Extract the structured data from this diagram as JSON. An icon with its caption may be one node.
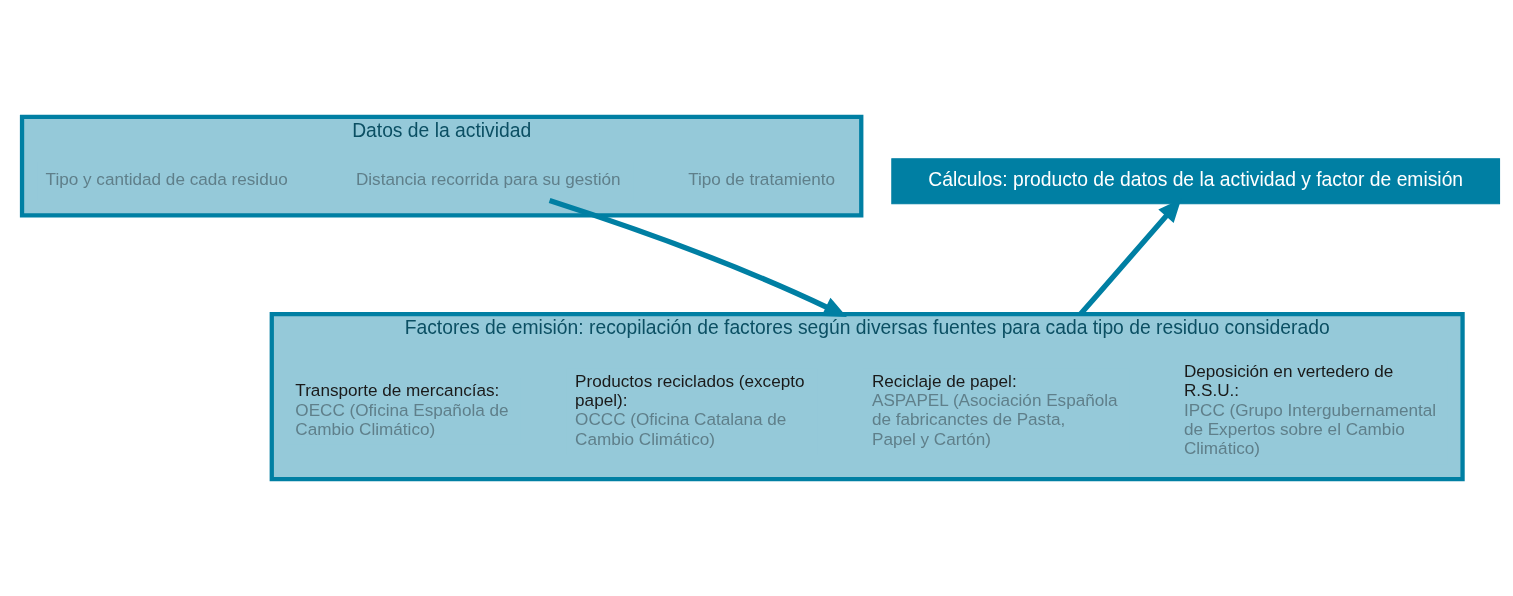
{
  "diagram": {
    "nodes": [
      {
        "text": [
          "Datos de la actividad"
        ]
      },
      {
        "text": [
          "Tipo y cantidad de cada residuo"
        ],
        "in": 0
      },
      {
        "text": [
          "Distancia recorrida para su gestión"
        ],
        "in": 0
      },
      {
        "text": [
          "Tipo de tratamiento"
        ],
        "in": 0
      },
      {
        "text": [
          "Factores de emisión: recopilación de factores según diversas fuentes para cada tipo de residuo considerado"
        ]
      },
      {
        "text": [
          "Transporte de mercancías:",
          "OECC (Oficina Española de Cambio Climático)"
        ],
        "in": 4
      },
      {
        "text": [
          "Productos reciclados (excepto papel):",
          "OCCC (Oficina Catalana de Cambio Climático)"
        ],
        "in": 4
      },
      {
        "text": [
          "Reciclaje de papel:",
          "ASPAPEL (Asociación Española de fabricanctes de Pasta, Papel y Cartón)"
        ],
        "in": 4
      },
      {
        "text": [
          "Deposición en vertedero de R.S.U.:",
          "IPCC (Grupo Intergubernamental de Expertos sobre el Cambio Climático)"
        ],
        "in": 4
      },
      {
        "text": [
          "Cálculos: producto de datos de la actividad y factor de emisión"
        ]
      }
    ],
    "edges": [
      {
        "from": 0,
        "to": 4,
        "arrow": "to"
      },
      {
        "from": 4,
        "to": 9,
        "arrow": "to"
      }
    ]
  }
}
